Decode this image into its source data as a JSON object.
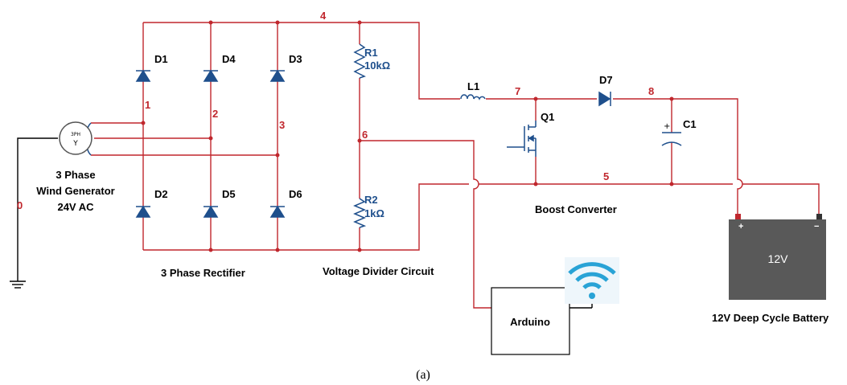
{
  "diagram": {
    "components": {
      "D1": "D1",
      "D2": "D2",
      "D3": "D3",
      "D4": "D4",
      "D5": "D5",
      "D6": "D6",
      "D7": "D7",
      "R1": "R1",
      "R1_value": "10kΩ",
      "R2": "R2",
      "R2_value": "1kΩ",
      "L1": "L1",
      "Q1": "Q1",
      "C1": "C1",
      "generator_top": "3PH",
      "generator_bottom": "Y",
      "battery": "12V",
      "battery_plus": "+",
      "battery_minus": "−",
      "cap_plus": "+"
    },
    "nodes": [
      "0",
      "1",
      "2",
      "3",
      "4",
      "5",
      "6",
      "7",
      "8"
    ],
    "labels": {
      "generator_line1": "3 Phase",
      "generator_line2": "Wind Generator",
      "generator_line3": "24V AC",
      "rectifier": "3 Phase Rectifier",
      "divider": "Voltage Divider Circuit",
      "boost": "Boost Converter",
      "arduino": "Arduino",
      "battery": "12V Deep Cycle Battery"
    },
    "caption": "(a)",
    "colors": {
      "wire": "#c0272d",
      "component": "#1e4f8c",
      "wifi": "#29a3d6",
      "battery": "#555555"
    }
  }
}
